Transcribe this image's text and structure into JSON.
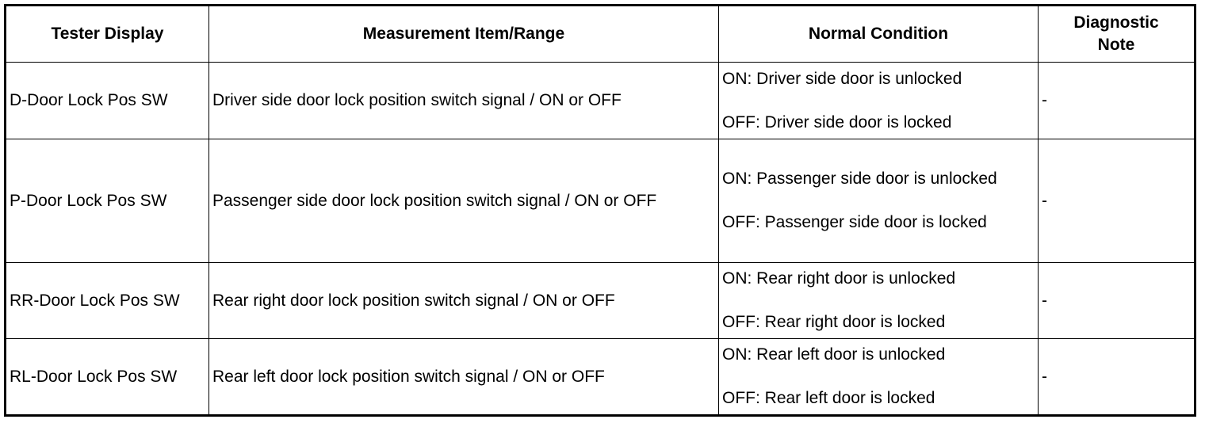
{
  "headers": {
    "tester_display": "Tester Display",
    "measurement": "Measurement Item/Range",
    "normal_condition": "Normal Condition",
    "diagnostic_note": "Diagnostic Note"
  },
  "rows": [
    {
      "tester_display": "D-Door Lock Pos SW",
      "measurement": "Driver side door lock position switch signal / ON or OFF",
      "condition_on": "ON: Driver side door is unlocked",
      "condition_off": "OFF: Driver side door is locked",
      "note": "-"
    },
    {
      "tester_display": "P-Door Lock Pos SW",
      "measurement": "Passenger side door lock position switch signal / ON or OFF",
      "condition_on": "ON: Passenger side door is unlocked",
      "condition_off": "OFF: Passenger side door is locked",
      "note": "-"
    },
    {
      "tester_display": "RR-Door Lock Pos SW",
      "measurement": "Rear right door lock position switch signal / ON or OFF",
      "condition_on": "ON: Rear right door is unlocked",
      "condition_off": "OFF: Rear right door is locked",
      "note": "-"
    },
    {
      "tester_display": "RL-Door Lock Pos SW",
      "measurement": "Rear left door lock position switch signal / ON or OFF",
      "condition_on": "ON: Rear left door is unlocked",
      "condition_off": "OFF: Rear left door is locked",
      "note": "-"
    }
  ]
}
